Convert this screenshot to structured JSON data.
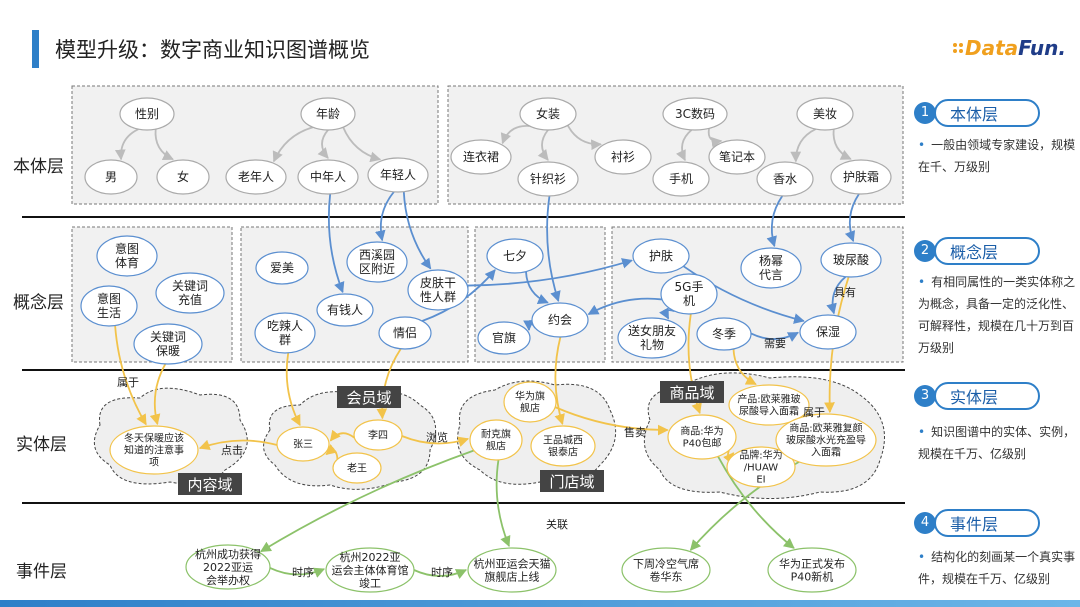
{
  "title": "模型升级：数字商业知识图谱概览",
  "logo": {
    "part1": "Data",
    "part2": "Fun."
  },
  "layers": [
    {
      "label": "本体层"
    },
    {
      "label": "概念层"
    },
    {
      "label": "实体层"
    },
    {
      "label": "事件层"
    }
  ],
  "side": [
    {
      "num": "1",
      "title": "本体层",
      "desc": "一般由领域专家建设，规模在千、万级别"
    },
    {
      "num": "2",
      "title": "概念层",
      "desc": "有相同属性的一类实体称之为概念，具备一定的泛化性、可解释性，规模在几十万到百万级别"
    },
    {
      "num": "3",
      "title": "实体层",
      "desc": "知识图谱中的实体、实例，规模在千万、亿级别"
    },
    {
      "num": "4",
      "title": "事件层",
      "desc": "结构化的刻画某一个真实事件，规模在千万、亿级别"
    }
  ],
  "ontology": {
    "xingbie": "性别",
    "nan": "男",
    "nv": "女",
    "nianling": "年龄",
    "laonian": "老年人",
    "zhongnian": "中年人",
    "nianqing": "年轻人",
    "nvzhuang": "女装",
    "lianyiqun": "连衣裙",
    "zhenzhishan": "针织衫",
    "chenshan": "衬衫",
    "shuma": "3C数码",
    "shouji": "手机",
    "bijiben": "笔记本",
    "meizhuang": "美妆",
    "xiangshui": "香水",
    "hufushuang": "护肤霜"
  },
  "concept": {
    "yitu_tiyu": "意图体育",
    "yitu_shenghuo": "意图生活",
    "gjc_chongzhi": "关键词充值",
    "gjc_baonuan": "关键词保暖",
    "aimei": "爱美",
    "xixi": "西溪园区附近",
    "piful": "皮肤干性人群",
    "youqianren": "有钱人",
    "chilaren": "吃辣人群",
    "qinglv": "情侣",
    "qixi": "七夕",
    "yuehui": "约会",
    "guanqi": "官旗",
    "hufu": "护肤",
    "g5": "5G手机",
    "songnvpy": "送女朋友礼物",
    "dongji": "冬季",
    "yangmi": "杨幂代言",
    "bonisuan": "玻尿酸",
    "baoshi": "保湿",
    "juyou": "具有",
    "xuyao": "需要"
  },
  "entity": {
    "neirongyu": "内容域",
    "huiyuanyu": "会员域",
    "mendianyu": "门店域",
    "shangpinyu": "商品域",
    "dongtian": "冬天保暖应该知道的注意事项",
    "zhangsan": "张三",
    "lisi": "李四",
    "laowang": "老王",
    "huawei_qijian": "华为旗舰店",
    "naike": "耐克旗舰店",
    "wangpin": "王品城西银泰店",
    "prod_huawei": "商品:华为P40包邮",
    "brand": "品牌:华为/HUAWEI",
    "prod_ou": "产品:欧莱雅玻尿酸导入面霜",
    "prod_ou2": "商品:欧莱雅复颜玻尿酸水光充盈导入面霜",
    "shuyu": "属于",
    "dianji": "点击",
    "liulan": "浏览",
    "shoumai": "售卖",
    "shuyu2": "属于"
  },
  "event": {
    "ev1": "杭州成功获得2022亚运会举办权",
    "ev2": "杭州2022亚运会主体体育馆竣工",
    "ev3": "杭州亚运会天猫旗舰店上线",
    "ev4": "下周冷空气席卷华东",
    "ev5": "华为正式发布P40新机",
    "shixu1": "时序",
    "shixu2": "时序",
    "guanlian": "关联"
  }
}
